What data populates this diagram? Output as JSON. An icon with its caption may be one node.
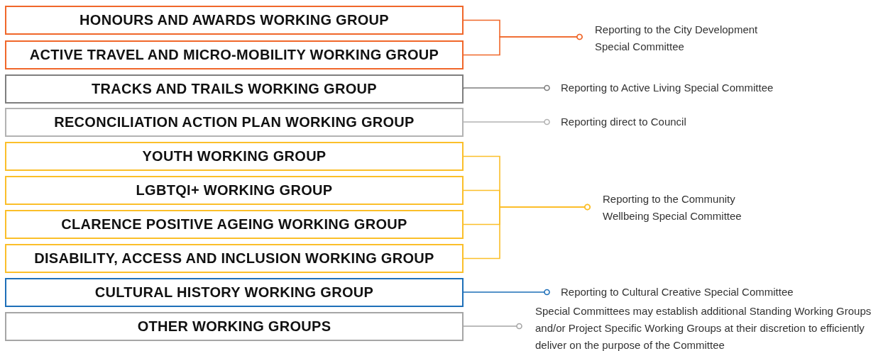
{
  "diagram": {
    "nodes": [
      {
        "text": [
          "HONOURS AND AWARDS WORKING GROUP"
        ]
      },
      {
        "text": [
          "ACTIVE TRAVEL AND MICRO-MOBILITY WORKING GROUP"
        ]
      },
      {
        "text": [
          "TRACKS AND TRAILS WORKING GROUP"
        ]
      },
      {
        "text": [
          "RECONCILIATION ACTION PLAN WORKING GROUP"
        ]
      },
      {
        "text": [
          "YOUTH WORKING GROUP"
        ]
      },
      {
        "text": [
          "LGBTQI+ WORKING GROUP"
        ]
      },
      {
        "text": [
          "CLARENCE POSITIVE AGEING WORKING GROUP"
        ]
      },
      {
        "text": [
          "DISABILITY, ACCESS AND INCLUSION WORKING GROUP"
        ]
      },
      {
        "text": [
          "CULTURAL HISTORY WORKING GROUP"
        ]
      },
      {
        "text": [
          "OTHER WORKING GROUPS"
        ]
      },
      {
        "text": [
          "Reporting to the City Development Special Committee"
        ]
      },
      {
        "text": [
          "Reporting to Active Living Special Committee"
        ]
      },
      {
        "text": [
          "Reporting direct to Council"
        ]
      },
      {
        "text": [
          "Reporting to the Community Wellbeing Special Committee"
        ]
      },
      {
        "text": [
          "Reporting to Cultural Creative Special Committee"
        ]
      },
      {
        "text": [
          "Special Committees may establish additional Standing Working Groups and/or Project Specific Working Groups at their discretion to efficiently deliver on the purpose of the Committee"
        ]
      }
    ],
    "edges": [
      {
        "from": 0,
        "to": 10,
        "arrow": "other",
        "color": "#f0672a"
      },
      {
        "from": 1,
        "to": 10,
        "arrow": "other",
        "color": "#f0672a"
      },
      {
        "from": 2,
        "to": 11,
        "arrow": "other",
        "color": "#7f7f7f"
      },
      {
        "from": 3,
        "to": 12,
        "arrow": "other",
        "color": "#b3b3b3"
      },
      {
        "from": 4,
        "to": 13,
        "arrow": "other",
        "color": "#fbbf2a"
      },
      {
        "from": 5,
        "to": 13,
        "arrow": "other",
        "color": "#fbbf2a"
      },
      {
        "from": 6,
        "to": 13,
        "arrow": "other",
        "color": "#fbbf2a"
      },
      {
        "from": 7,
        "to": 13,
        "arrow": "other",
        "color": "#fbbf2a"
      },
      {
        "from": 8,
        "to": 14,
        "arrow": "other",
        "color": "#1e6fb8"
      },
      {
        "from": 9,
        "to": 15,
        "arrow": "other",
        "color": "#a6a6a6"
      }
    ]
  }
}
